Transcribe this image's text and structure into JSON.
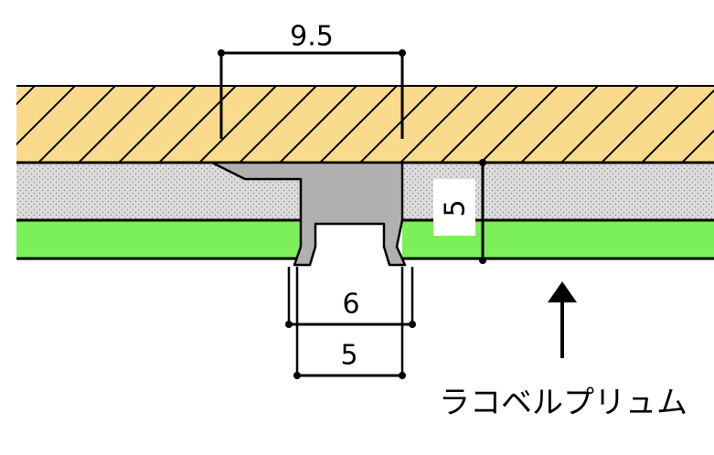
{
  "dimensions": {
    "top_width": "9.5",
    "thickness": "5",
    "outer_gap": "6",
    "inner_gap": "5"
  },
  "product_label": "ラコベルプリュム",
  "colors": {
    "wood": "#FADB8E",
    "board": "#DCDCDC",
    "panel": "#7BF05A",
    "joint": "#B0B0B0",
    "line": "#000000"
  }
}
